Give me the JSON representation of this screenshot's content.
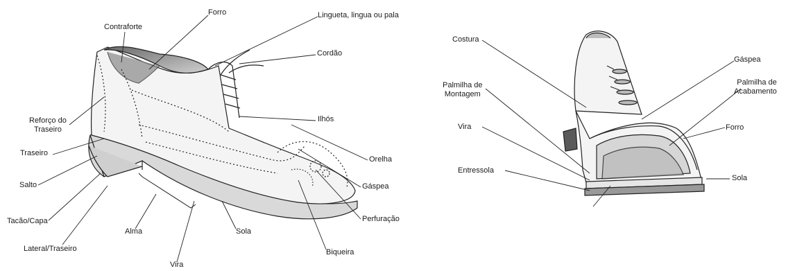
{
  "left_diagram": {
    "labels": {
      "forro": "Forro",
      "contraforte": "Contraforte",
      "lingueta": "Lingueta, lingua ou pala",
      "cordao": "Cordão",
      "reforco": "Reforço do\nTraseiro",
      "ilhos": "Ilhós",
      "traseiro": "Traseiro",
      "orelha": "Orelha",
      "salto": "Salto",
      "gaspea": "Gáspea",
      "perfuracao": "Perfuração",
      "tacao": "Tacão/Capa",
      "alma": "Alma",
      "sola": "Sola",
      "lateral": "Lateral/Traseiro",
      "biqueira": "Biqueira",
      "vira": "Vira"
    }
  },
  "right_diagram": {
    "labels": {
      "costura": "Costura",
      "gaspea": "Gáspea",
      "palmilha_montagem": "Palmilha de\nMontagem",
      "palmilha_acabamento": "Palmilha de\nAcabamento",
      "vira": "Vira",
      "forro": "Forro",
      "entressola": "Entressola",
      "sola": "Sola"
    }
  }
}
